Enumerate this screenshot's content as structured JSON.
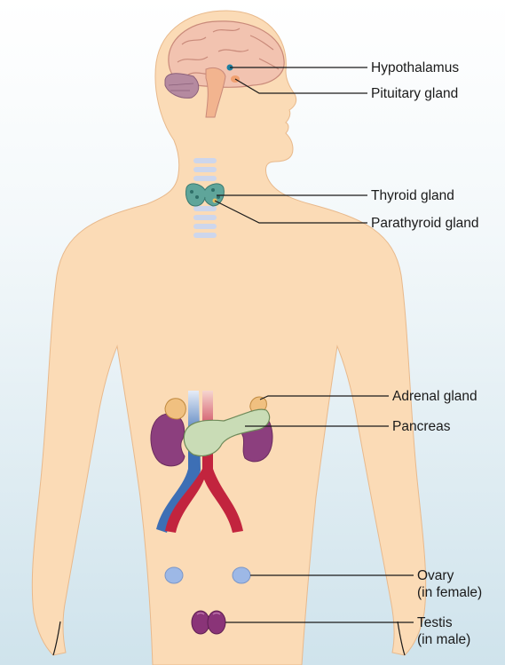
{
  "colors": {
    "skin": "#fbdbb6",
    "skin_outline": "#e8b98c",
    "background_top": "#ffffff",
    "background_bottom": "#cfe3ec",
    "brain": "#f2c3b0",
    "cerebellum": "#b58aa0",
    "gland_dot": "#1f7fa0",
    "thyroid": "#5fa59a",
    "vertebra": "#cdd6ec",
    "kidney": "#8c3f7e",
    "adrenal": "#f0c080",
    "pancreas": "#c9dcb6",
    "aorta": "#c2243e",
    "vena_cava": "#3d6fb5",
    "ovary": "#9db8e6",
    "testis": "#8a3478"
  },
  "labels": {
    "hypothalamus": "Hypothalamus",
    "pituitary": "Pituitary gland",
    "thyroid": "Thyroid gland",
    "parathyroid": "Parathyroid gland",
    "adrenal": "Adrenal gland",
    "pancreas": "Pancreas",
    "ovary_line1": "Ovary",
    "ovary_line2": "(in female)",
    "testis_line1": "Testis",
    "testis_line2": "(in male)"
  }
}
